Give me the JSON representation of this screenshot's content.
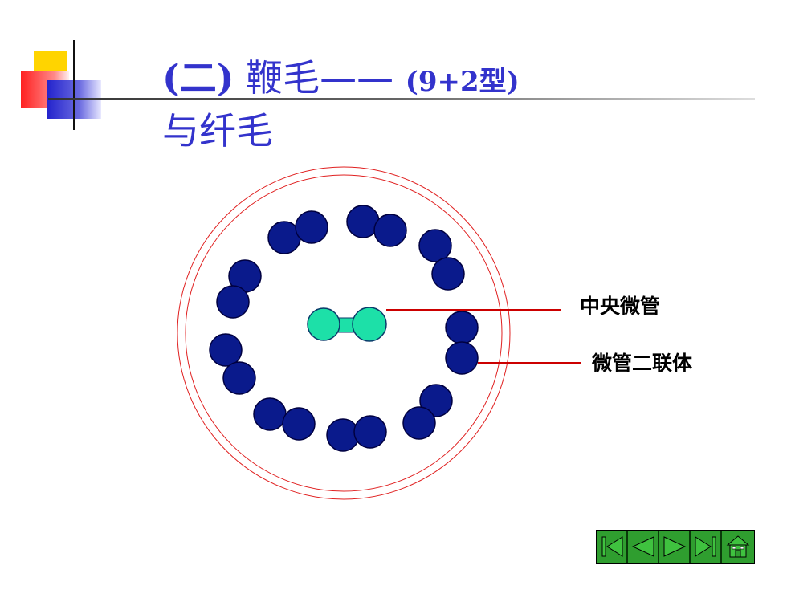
{
  "title": {
    "line1_paren": "(二)",
    "line1_main": "鞭毛——",
    "line1_sub": "(9+2型)",
    "line2": "与纤毛"
  },
  "labels": {
    "central": "中央微管",
    "doublet": "微管二联体"
  },
  "colors": {
    "title": "#3333cc",
    "membrane": "#e02020",
    "doublet": "#0a1a8c",
    "central": "#1de0a8",
    "leader": "#cc0000",
    "nav": "#2f9e2f"
  },
  "nav": [
    "first-icon",
    "prev-icon",
    "next-icon",
    "last-icon",
    "home-icon"
  ]
}
